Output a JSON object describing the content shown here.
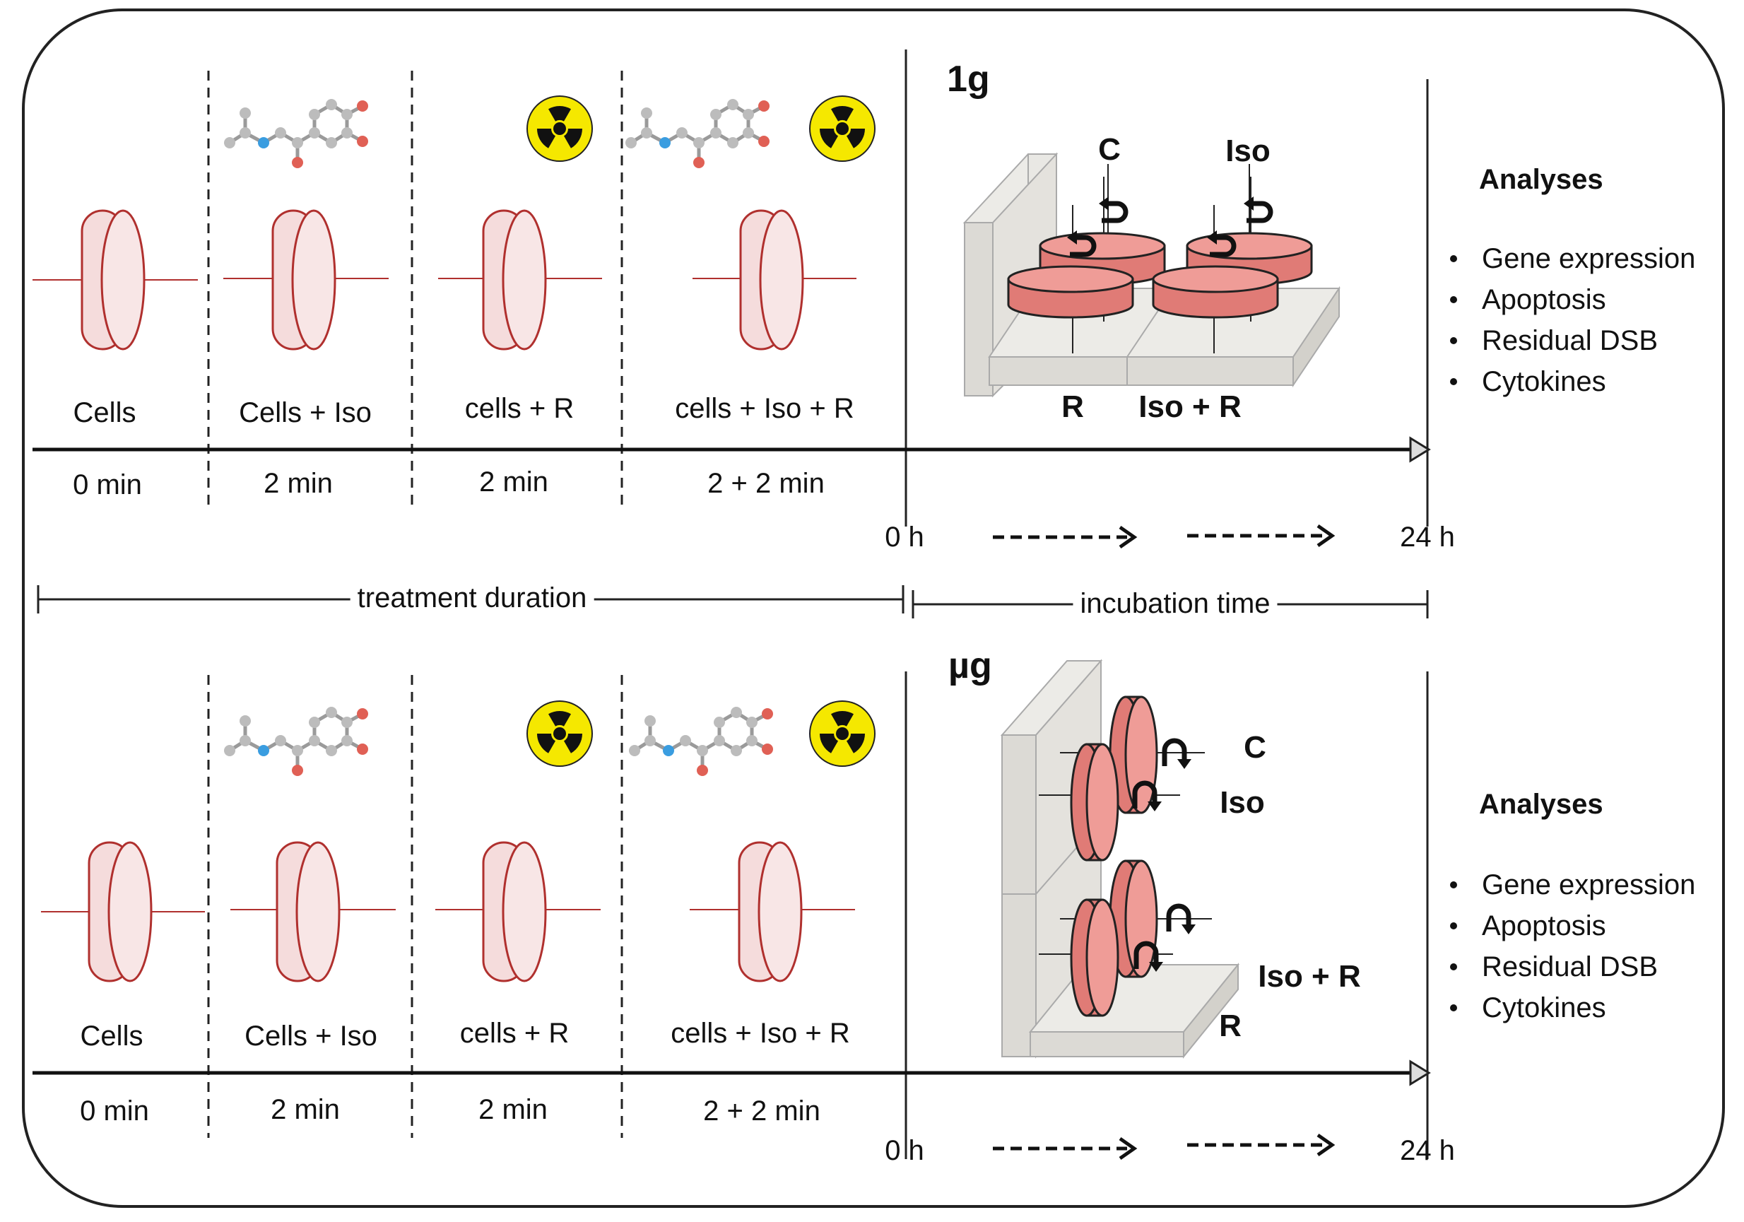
{
  "panels": [
    {
      "id": "top",
      "condition": "1g",
      "steps": [
        {
          "label": "Cells",
          "time": "0 min",
          "molecule": false,
          "radiation": false
        },
        {
          "label": "Cells + Iso",
          "time": "2 min",
          "molecule": true,
          "radiation": false
        },
        {
          "label": "cells + R",
          "time": "2 min",
          "molecule": false,
          "radiation": true
        },
        {
          "label": "cells + Iso + R",
          "time": "2 + 2 min",
          "molecule": true,
          "radiation": true
        }
      ],
      "incubation_start": "0 h",
      "incubation_end": "24 h",
      "sample_labels": {
        "c": "C",
        "iso": "Iso",
        "r": "R",
        "iso_r": "Iso + R"
      },
      "analyses": {
        "heading": "Analyses",
        "items": [
          "Gene expression",
          "Apoptosis",
          "Residual DSB",
          "Cytokines"
        ]
      }
    },
    {
      "id": "bottom",
      "condition": "µg",
      "steps": [
        {
          "label": "Cells",
          "time": "0 min",
          "molecule": true,
          "radiation": false
        },
        {
          "label": "Cells + Iso",
          "time": "2 min",
          "molecule": true,
          "radiation": false
        },
        {
          "label": "cells + R",
          "time": "2 min",
          "molecule": false,
          "radiation": true
        },
        {
          "label": "cells + Iso + R",
          "time": "2 + 2 min",
          "molecule": true,
          "radiation": true
        }
      ],
      "incubation_start": "0 h",
      "incubation_end": "24 h",
      "sample_labels": {
        "c": "C",
        "iso": "Iso",
        "r": "R",
        "iso_r": "Iso + R"
      },
      "analyses": {
        "heading": "Analyses",
        "items": [
          "Gene expression",
          "Apoptosis",
          "Residual DSB",
          "Cytokines"
        ]
      }
    }
  ],
  "durations": {
    "treatment": "treatment duration",
    "incubation": "incubation time"
  },
  "colors": {
    "dish_outline": "#b0302e",
    "dish_fill": "#f5dcdc",
    "dish_3d_fill": "#e8827c",
    "platform": "#e6e4df",
    "radiation_bg": "#f5e800",
    "atom_gray": "#bcbcbc",
    "atom_blue": "#3a9de0",
    "atom_red": "#e06055"
  },
  "icons": [
    "cell-culture-dish-icon",
    "isoprenaline-molecule-icon",
    "radiation-trefoil-icon",
    "rotation-arrow-icon"
  ]
}
